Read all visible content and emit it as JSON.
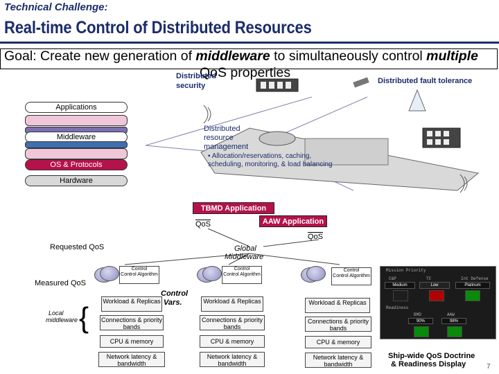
{
  "header": {
    "challenge": "Technical Challenge:",
    "title": "Real-time Control of Distributed Resources"
  },
  "goal": {
    "line1_a": "Goal: Create new generation of ",
    "line1_b": "middleware",
    "line1_c": " to simultaneously control ",
    "line1_d": "multiple",
    "line2": "QoS properties"
  },
  "labels": {
    "distributed_security_1": "Distributed",
    "distributed_security_2": "security",
    "fault_tolerance": "Distributed fault tolerance",
    "drm_1": "Distributed",
    "drm_2": "resource",
    "drm_3": "management",
    "drm_bullet": "Allocation/reservations, caching, scheduling, monitoring, & load balancing"
  },
  "stack": {
    "applications": "Applications",
    "middleware": "Middleware",
    "os": "OS & Protocols",
    "hardware": "Hardware"
  },
  "colors": {
    "title": "#1a2c6a",
    "accent_red": "#b5124b",
    "layer_purple": "#7c70b0",
    "layer_blue": "#3f6fb0",
    "layer_pink": "#f0c7d9"
  },
  "control": {
    "tbmd": "TBMD Application",
    "aaw": "AAW Application",
    "qos_left": "QoS",
    "qos_right": "QoS",
    "requested_qos": "Requested QoS",
    "global_mw_1": "Global",
    "global_mw_2": "Middleware",
    "measured_qos": "Measured QoS",
    "local_mw_1": "Local",
    "local_mw_2": "middleware",
    "control_vars_1": "Control",
    "control_vars_2": "Vars."
  },
  "columns": [
    {
      "ctrl_small": "Control",
      "algo": "Control Algorithm",
      "workload": "Workload & Replicas",
      "connections": "Connections & priority bands",
      "cpu": "CPU & memory",
      "network": "Network latency & bandwidth"
    },
    {
      "ctrl_small": "Control",
      "algo": "Control Algorithm",
      "workload": "Workload & Replicas",
      "connections": "Connections & priority bands",
      "cpu": "CPU & memory",
      "network": "Network latency & bandwidth"
    },
    {
      "ctrl_small": "Control",
      "algo": "Control Algorithm",
      "workload": "Workload & Replicas",
      "connections": "Connections & priority bands",
      "cpu": "CPU & memory",
      "network": "Network latency & bandwidth"
    }
  ],
  "panel": {
    "header1": "Mission Priority",
    "c1": "C&P",
    "c1v": "Medium",
    "c2": "TC",
    "c2v": "Low",
    "c3": "Int Defense",
    "c3v": "Platinum",
    "header2": "Readiness",
    "r1": "BMD",
    "r1v": "90%",
    "r2": "AAW",
    "r2v": "98%",
    "caption_1": "Ship-wide QoS Doctrine",
    "caption_2": "& Readiness Display"
  },
  "page_number": "7"
}
